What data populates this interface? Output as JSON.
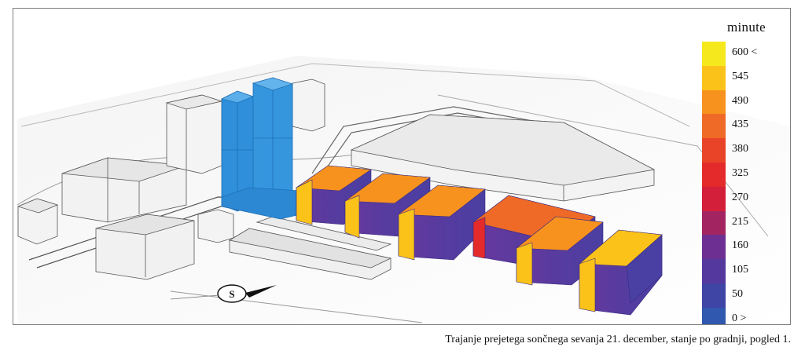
{
  "figure": {
    "caption": "Trajanje prejetega sončnega sevanja 21. december, stanje po gradnji, pogled 1.",
    "compass_letter": "S"
  },
  "legend": {
    "title": "minute",
    "entries": [
      {
        "label": "600 <",
        "color": "#f5e81c"
      },
      {
        "label": "545",
        "color": "#fbc21a"
      },
      {
        "label": "490",
        "color": "#f8921f"
      },
      {
        "label": "435",
        "color": "#ef6a27"
      },
      {
        "label": "380",
        "color": "#e94428"
      },
      {
        "label": "325",
        "color": "#e42a2a"
      },
      {
        "label": "270",
        "color": "#d31f3a"
      },
      {
        "label": "215",
        "color": "#a22561"
      },
      {
        "label": "160",
        "color": "#6d3092"
      },
      {
        "label": "105",
        "color": "#55389d"
      },
      {
        "label": "50",
        "color": "#3f45a5"
      },
      {
        "label": "0 >",
        "color": "#2f58ae"
      }
    ]
  },
  "colors": {
    "tower_blue": "#2f8fdb",
    "existing_buildings": "#f0f0f0",
    "outline": "#555555"
  }
}
